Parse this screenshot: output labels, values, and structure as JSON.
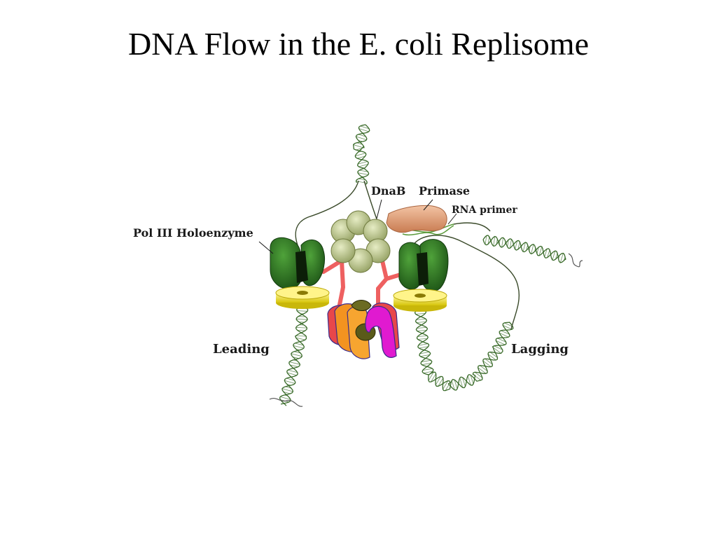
{
  "slide": {
    "title": "DNA Flow in the E. coli Replisome"
  },
  "diagram": {
    "labels": {
      "pol3": "Pol III Holoenzyme",
      "dnab": "DnaB",
      "primase": "Primase",
      "rna_primer": "RNA primer",
      "leading": "Leading",
      "lagging": "Lagging"
    },
    "colors": {
      "dna": "#3a6b2a",
      "polymerase": "#2f7a25",
      "clamp": "#f0e020",
      "helicase": "#c8d199",
      "primase": "#e8a47a",
      "tau_linker": "#ee6060",
      "subunit_orange": "#f39320",
      "subunit_magenta": "#e01ad0"
    }
  }
}
